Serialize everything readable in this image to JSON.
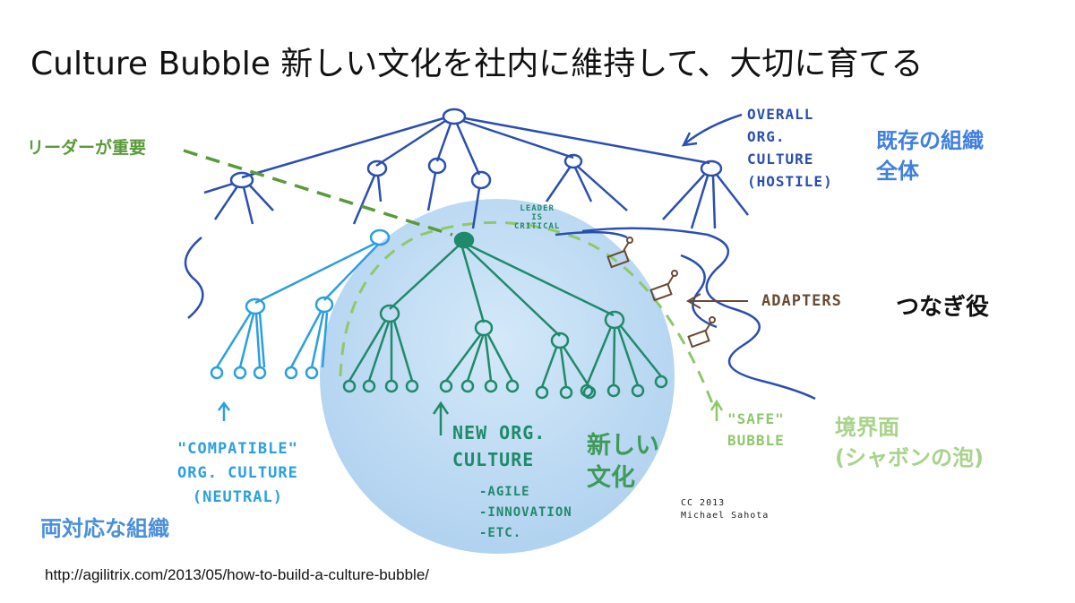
{
  "title": "Culture Bubble 新しい文化を社内に維持して、大切に育てる",
  "labels": {
    "leader_jp": "リーダーが重要",
    "existing_org_jp_1": "既存の組織",
    "existing_org_jp_2": "全体",
    "connector_jp": "つなぎ役",
    "boundary_jp_1": "境界面",
    "boundary_jp_2": "(シャボンの泡)",
    "new_culture_jp_1": "新しい",
    "new_culture_jp_2": "文化",
    "compatible_jp": "両対応な組織"
  },
  "handwritten": {
    "overall_1": "OVERALL",
    "overall_2": "ORG.",
    "overall_3": "CULTURE",
    "overall_4": "(HOSTILE)",
    "leader_1": "LEADER",
    "leader_2": "IS",
    "leader_3": "CRITICAL",
    "adapters": "ADAPTERS",
    "safe_1": "\"SAFE\"",
    "safe_2": "BUBBLE",
    "compatible_1": "\"COMPATIBLE\"",
    "compatible_2": "ORG. CULTURE",
    "compatible_3": "(NEUTRAL)",
    "new_1": "NEW ORG.",
    "new_2": "CULTURE",
    "new_3": "-AGILE",
    "new_4": "-INNOVATION",
    "new_5": "-ETC.",
    "credit_1": "CC 2013",
    "credit_2": "Michael Sahota"
  },
  "url": "http://agilitrix.com/2013/05/how-to-build-a-culture-bubble/",
  "colors": {
    "title": "#111111",
    "leader_green": "#5a9a3a",
    "existing_blue": "#3f7fe0",
    "connector_black": "#111111",
    "boundary_green": "#a8d38a",
    "new_culture_green": "#3f9a5a",
    "compatible_blue": "#4a90d8",
    "bubble_fill": "#b9d9f2",
    "hostile_tree": "#2a4fb0",
    "compatible_tree": "#2b9fe0",
    "new_tree": "#1f8a6a",
    "dashed_green": "#8fc86a",
    "adapters_brown": "#6a4a35"
  }
}
